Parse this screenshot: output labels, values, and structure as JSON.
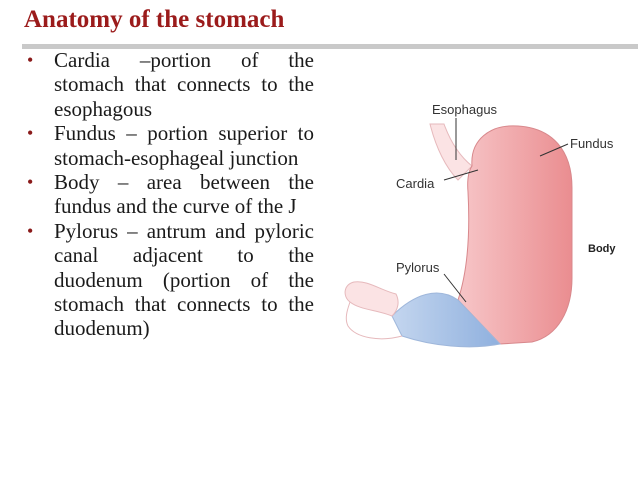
{
  "slide": {
    "title": "Anatomy of the stomach",
    "bullets": [
      "Cardia –portion of the stomach that connects to the esophagous",
      "Fundus – portion superior to stomach-esophageal junction",
      "Body – area between the fundus and the curve of the J",
      "Pylorus – antrum and pyloric canal adjacent to the duodenum (portion of the stomach that connects to the duodenum)"
    ]
  },
  "diagram": {
    "labels": {
      "esophagus": "Esophagus",
      "fundus": "Fundus",
      "cardia": "Cardia",
      "body": "Body",
      "pylorus": "Pylorus"
    },
    "colors": {
      "stomach": "#f2a3a6",
      "pylorus": "#a9c4e8",
      "duodenum": "#fbe3e4",
      "accent": "#9b1b1b"
    }
  }
}
